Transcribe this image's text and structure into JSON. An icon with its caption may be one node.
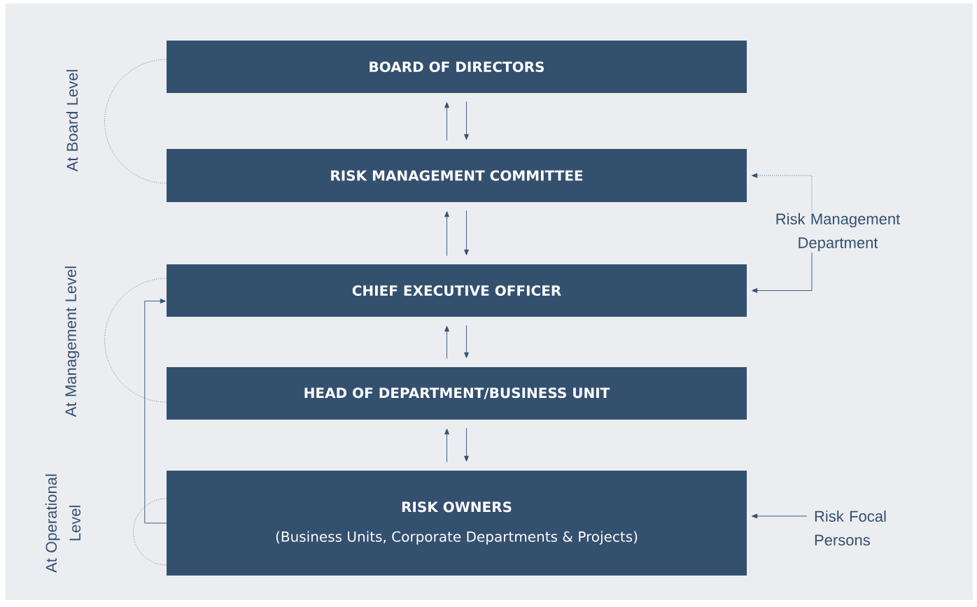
{
  "diagram": {
    "nodes": [
      {
        "text": [
          "BOARD OF DIRECTORS"
        ]
      },
      {
        "text": [
          "RISK MANAGEMENT COMMITTEE"
        ]
      },
      {
        "text": [
          "CHIEF EXECUTIVE OFFICER"
        ]
      },
      {
        "text": [
          "HEAD OF DEPARTMENT/BUSINESS UNIT"
        ]
      },
      {
        "text": [
          "RISK OWNERS",
          "(Business Units, Corporate Departments & Projects)"
        ]
      },
      {
        "text": [
          "Risk Management Department"
        ]
      },
      {
        "text": [
          "Risk Focal Persons"
        ]
      }
    ],
    "edges": [
      {
        "from": 1,
        "to": 0,
        "arrow": "to"
      },
      {
        "from": 0,
        "to": 1,
        "arrow": "to"
      },
      {
        "from": 2,
        "to": 1,
        "arrow": "to"
      },
      {
        "from": 1,
        "to": 2,
        "arrow": "to"
      },
      {
        "from": 3,
        "to": 2,
        "arrow": "to"
      },
      {
        "from": 2,
        "to": 3,
        "arrow": "to"
      },
      {
        "from": 4,
        "to": 3,
        "arrow": "to"
      },
      {
        "from": 3,
        "to": 4,
        "arrow": "to"
      },
      {
        "from": 5,
        "to": 1,
        "arrow": "to",
        "style": "dashed"
      },
      {
        "from": 5,
        "to": 2,
        "arrow": "to"
      },
      {
        "from": 6,
        "to": 4,
        "arrow": "to"
      },
      {
        "from": 4,
        "to": 2,
        "arrow": "to"
      }
    ],
    "labels": [
      "At Board Level",
      "At Management Level",
      "At Operational Level"
    ]
  }
}
